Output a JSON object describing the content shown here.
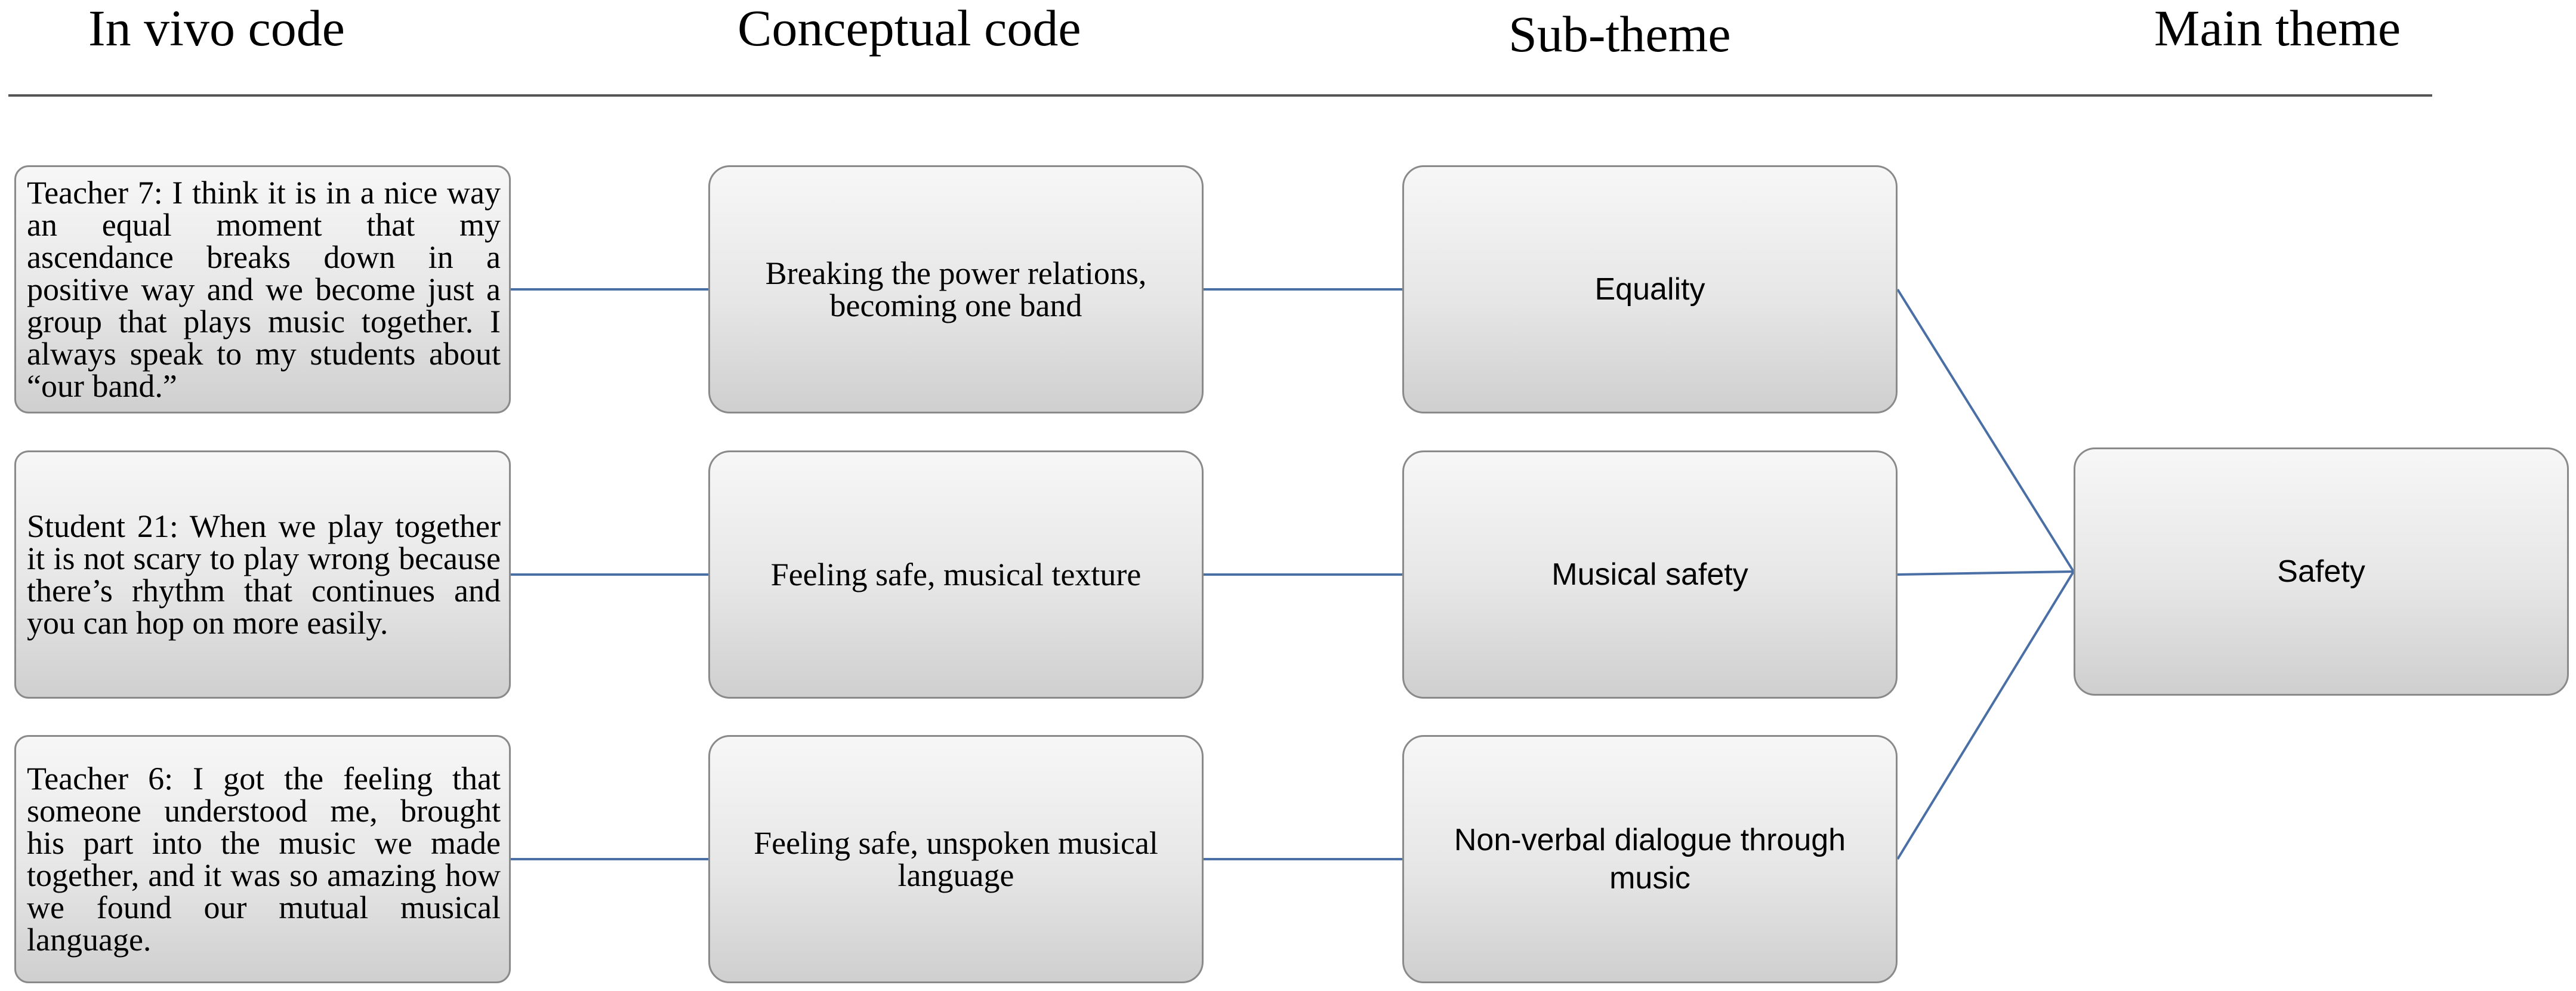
{
  "headers": {
    "in_vivo": "In vivo code",
    "conceptual": "Conceptual code",
    "sub_theme": "Sub-theme",
    "main_theme": "Main theme"
  },
  "rows": [
    {
      "quote": "Teacher 7: I think it is in a nice way an equal moment that my ascendance breaks down in a positive way and we become just a group that plays music together. I always speak to my students about “our band.”",
      "conceptual": "Breaking the power relations, becoming one band",
      "sub_theme": "Equality"
    },
    {
      "quote": "Student 21: When we play together it is not scary to play wrong because there’s rhythm that continues and you can hop on more easily.",
      "conceptual": "Feeling safe, musical texture",
      "sub_theme": "Musical safety"
    },
    {
      "quote": "Teacher 6: I got the feeling that someone understood me, brought his part into the music we made together, and it was so amazing how we found our mutual musical language.",
      "conceptual": "Feeling safe, unspoken musical language",
      "sub_theme": "Non-verbal dialogue through music"
    }
  ],
  "main_theme": "Safety",
  "colors": {
    "connector": "#4a6fa5",
    "box_border": "#8a8a8a",
    "rule": "#555555"
  }
}
